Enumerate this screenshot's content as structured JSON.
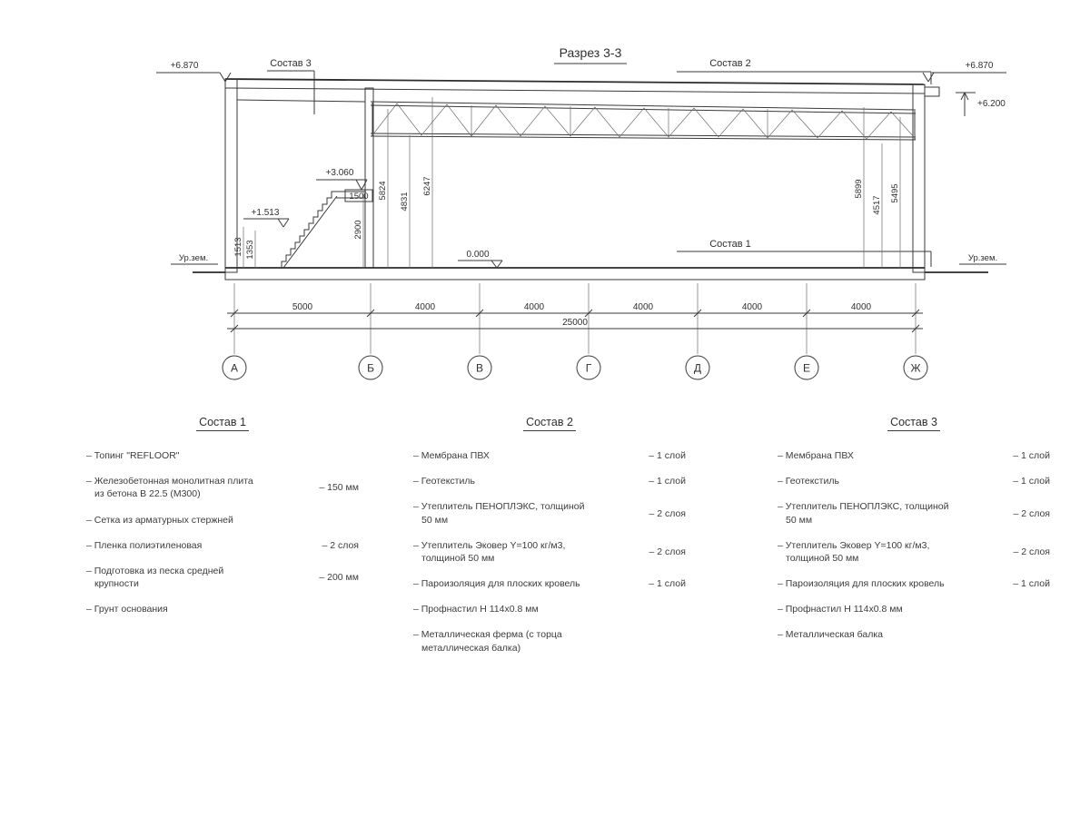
{
  "title": "Разрез 3-3",
  "drawing": {
    "levels": {
      "top_left": "+6.870",
      "top_right": "+6.870",
      "right_mid": "+6.200",
      "mezzanine": "+3.060",
      "stair": "+1.513",
      "floor": "0.000",
      "ground_left": "Ур.зем.",
      "ground_right": "Ур.зем."
    },
    "leaders": {
      "sostav1": "Состав 1",
      "sostav2": "Состав 2",
      "sostav3": "Состав 3"
    },
    "dims": {
      "v1513": "1513",
      "v1353": "1353",
      "v2900": "2900",
      "v5824": "5824",
      "v4831": "4831",
      "v6247": "6247",
      "v5899": "5899",
      "v4517": "4517",
      "v5495": "5495",
      "box1500": "1500"
    },
    "bottom_dims": [
      "5000",
      "4000",
      "4000",
      "4000",
      "4000",
      "4000"
    ],
    "total": "25000",
    "axes": [
      "А",
      "Б",
      "В",
      "Г",
      "Д",
      "Е",
      "Ж"
    ]
  },
  "lists": [
    {
      "heading": "Состав 1",
      "items": [
        {
          "text": "– Топинг \"REFLOOR\"",
          "qty": ""
        },
        {
          "text": "– Железобетонная  монолитная плита из бетона В 22.5 (М300)",
          "qty": "– 150 мм"
        },
        {
          "text": "– Сетка из арматурных стержней",
          "qty": ""
        },
        {
          "text": "– Пленка полиэтиленовая",
          "qty": "– 2 слоя"
        },
        {
          "text": "– Подготовка из песка средней крупности",
          "qty": "– 200 мм"
        },
        {
          "text": "– Грунт основания",
          "qty": ""
        }
      ]
    },
    {
      "heading": "Состав 2",
      "items": [
        {
          "text": "– Мембрана ПВХ",
          "qty": "– 1 слой"
        },
        {
          "text": "– Геотекстиль",
          "qty": "– 1 слой"
        },
        {
          "text": "– Утеплитель ПЕНОПЛЭКС, толщиной 50 мм",
          "qty": "– 2 слоя"
        },
        {
          "text": "– Утеплитель Эковер Y=100 кг/м3, толщиной 50 мм",
          "qty": "– 2 слоя"
        },
        {
          "text": "– Пароизоляция для плоских кровель",
          "qty": "– 1 слой"
        },
        {
          "text": "– Профнастил Н 114х0.8 мм",
          "qty": ""
        },
        {
          "text": "– Металлическая ферма (с торца металлическая балка)",
          "qty": ""
        }
      ]
    },
    {
      "heading": "Состав 3",
      "items": [
        {
          "text": "– Мембрана ПВХ",
          "qty": "– 1 слой"
        },
        {
          "text": "– Геотекстиль",
          "qty": "– 1 слой"
        },
        {
          "text": "– Утеплитель ПЕНОПЛЭКС, толщиной 50 мм",
          "qty": "– 2 слоя"
        },
        {
          "text": "– Утеплитель Эковер Y=100 кг/м3, толщиной 50 мм",
          "qty": "– 2 слоя"
        },
        {
          "text": "– Пароизоляция для плоских кровель",
          "qty": "– 1 слой"
        },
        {
          "text": "– Профнастил Н 114х0.8 мм",
          "qty": ""
        },
        {
          "text": "– Металлическая балка",
          "qty": ""
        }
      ]
    }
  ]
}
